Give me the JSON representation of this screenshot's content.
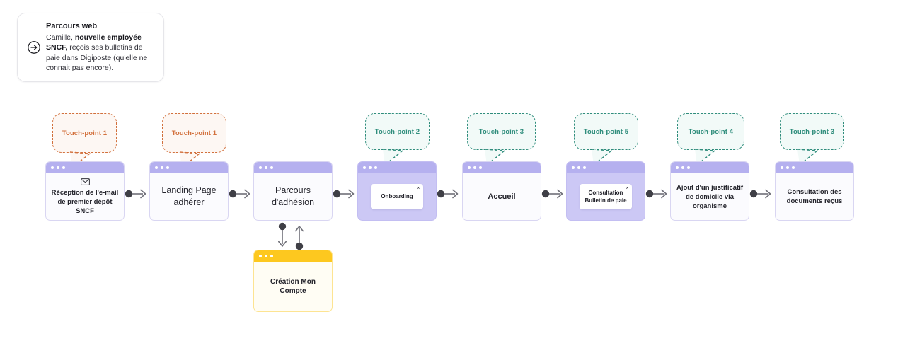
{
  "legend": {
    "icon": "arrow-right-circle-icon",
    "title": "Parcours web",
    "line_prefix": "Camille, ",
    "bold_1": "nouvelle employée SNCF,",
    "line_rest": " reçois ses bulletins de paie dans Digiposte (qu'elle ne connait pas encore)."
  },
  "colors": {
    "purple_bar": "#b5b0ef",
    "purple_fill": "#ccc8f5",
    "yellow_bar": "#fdc81f",
    "orange": "#d2703c",
    "teal": "#2f8d7c",
    "connector": "#3f3f46",
    "background": "#ffffff"
  },
  "flow": {
    "nodes": [
      {
        "id": "reception-email",
        "label": "Réception de l'e-mail de premier dépôt SNCF",
        "style": "plain",
        "text_size": "small",
        "icon": "envelope-icon",
        "touchpoint": {
          "label": "Touch-point 1",
          "color": "orange"
        }
      },
      {
        "id": "landing-page-adherer",
        "label": "Landing Page adhérer",
        "style": "plain",
        "text_size": "large",
        "touchpoint": {
          "label": "Touch-point 1",
          "color": "orange"
        }
      },
      {
        "id": "parcours-adhesion",
        "label": "Parcours d'adhésion",
        "style": "plain",
        "text_size": "large"
      },
      {
        "id": "onboarding",
        "label": "Onboarding",
        "style": "modal",
        "modal_close": "×",
        "touchpoint": {
          "label": "Touch-point 2",
          "color": "teal"
        }
      },
      {
        "id": "accueil",
        "label": "Accueil",
        "style": "plain",
        "text_size": "medium",
        "touchpoint": {
          "label": "Touch-point 3",
          "color": "teal"
        }
      },
      {
        "id": "consultation-bulletin-de-paie",
        "label": "Consultation Bulletin de paie",
        "style": "modal",
        "modal_close": "×",
        "touchpoint": {
          "label": "Touch-point 5",
          "color": "teal"
        }
      },
      {
        "id": "ajout-justificatif-domicile",
        "label": "Ajout d'un justificatif de domicile via organisme",
        "style": "plain",
        "text_size": "small",
        "touchpoint": {
          "label": "Touch-point 4",
          "color": "teal"
        }
      },
      {
        "id": "consultation-documents-recus",
        "label": "Consultation des documents reçus",
        "style": "plain",
        "text_size": "small",
        "touchpoint": {
          "label": "Touch-point 3",
          "color": "teal"
        }
      }
    ],
    "sub_node": {
      "id": "creation-mon-compte",
      "label": "Création Mon Compte",
      "style": "yellow"
    }
  }
}
